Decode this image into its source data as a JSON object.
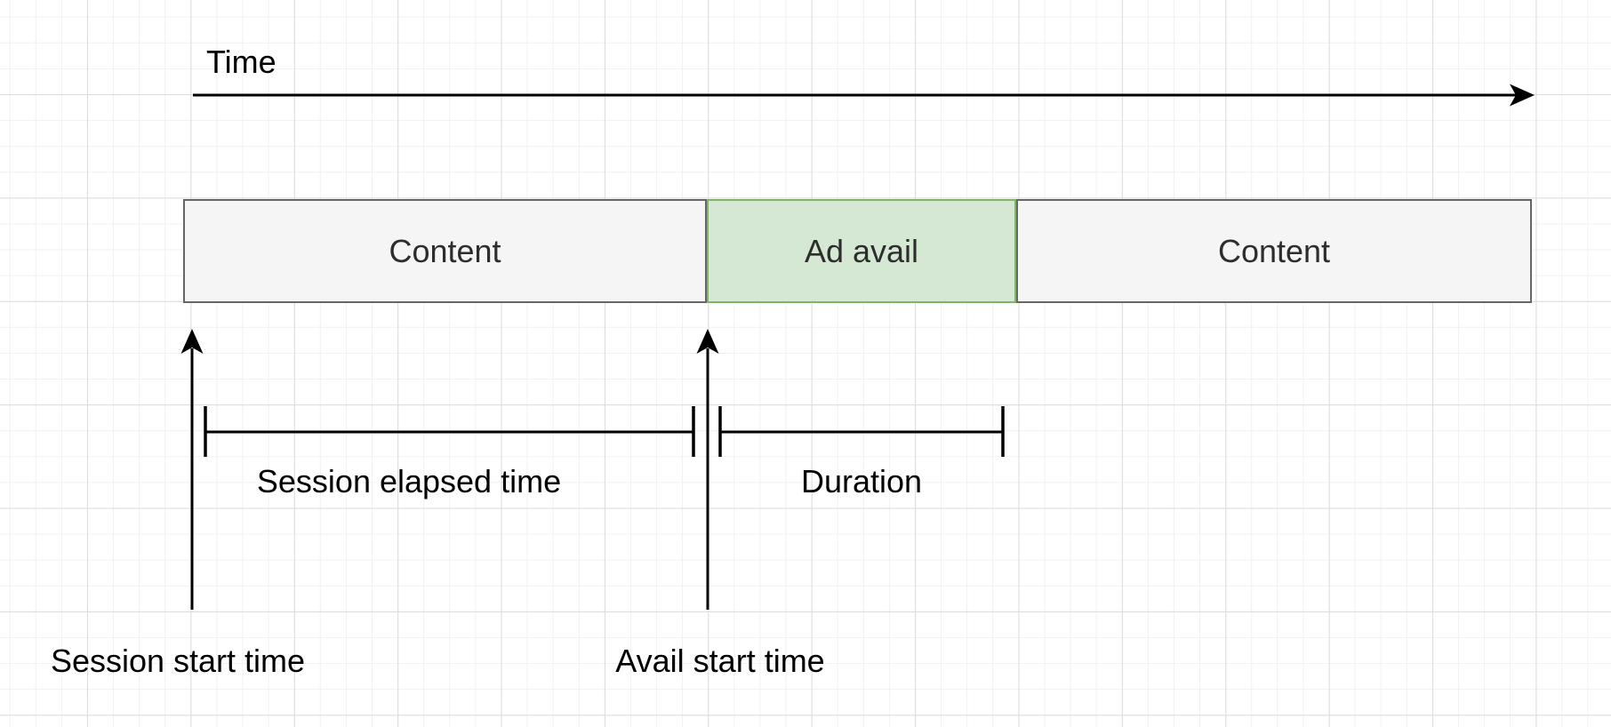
{
  "diagram": {
    "time_axis": {
      "label": "Time"
    },
    "blocks": [
      {
        "label": "Content",
        "fill": "#f5f5f5",
        "border": "#666666"
      },
      {
        "label": "Ad avail",
        "fill": "#d5e8d4",
        "border": "#82b366"
      },
      {
        "label": "Content",
        "fill": "#f5f5f5",
        "border": "#666666"
      }
    ],
    "measurements": [
      {
        "label": "Session elapsed time"
      },
      {
        "label": "Duration"
      }
    ],
    "event_markers": [
      {
        "label": "Session start time"
      },
      {
        "label": "Avail start time"
      }
    ],
    "colors": {
      "background": "#ffffff",
      "grid_minor": "#f1f1f1",
      "grid_major": "#dcdcdc",
      "connector": "#000000",
      "text": "#000000"
    }
  }
}
